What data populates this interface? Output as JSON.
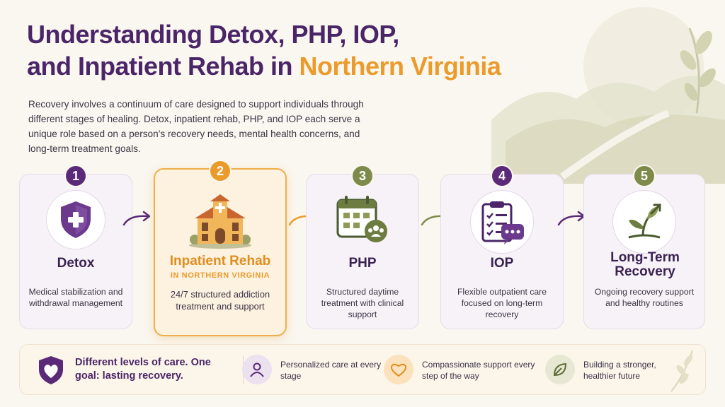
{
  "header": {
    "title_line1": "Understanding Detox, PHP, IOP,",
    "title_line2_prefix": "and Inpatient Rehab in ",
    "title_line2_accent": "Northern Virginia",
    "intro": "Recovery involves a continuum of care designed to support individuals through different stages of healing. Detox, inpatient rehab, PHP, and IOP each serve a unique role based on a person’s recovery needs, mental health concerns, and long-term treatment goals."
  },
  "steps": [
    {
      "number": "1",
      "title": "Detox",
      "subtitle": "",
      "description": "Medical stabilization and withdrawal management",
      "icon": "shield-plus-icon",
      "color": "#5a2a78"
    },
    {
      "number": "2",
      "title": "Inpatient Rehab",
      "subtitle": "IN NORTHERN VIRGINIA",
      "description": "24/7 structured addiction treatment and support",
      "icon": "building-icon",
      "color": "#eb9b2c"
    },
    {
      "number": "3",
      "title": "PHP",
      "subtitle": "",
      "description": "Structured daytime treatment with clinical support",
      "icon": "calendar-group-icon",
      "color": "#7d8a4a"
    },
    {
      "number": "4",
      "title": "IOP",
      "subtitle": "",
      "description": "Flexible outpatient care focused on long-term recovery",
      "icon": "clipboard-chat-icon",
      "color": "#5a2a78"
    },
    {
      "number": "5",
      "title": "Long-Term Recovery",
      "subtitle": "",
      "description": "Ongoing recovery support and healthy routines",
      "icon": "sprout-icon",
      "color": "#7d8a4a"
    }
  ],
  "footer": {
    "goal": "Different levels of care. One goal: lasting recovery.",
    "features": [
      {
        "text": "Personalized care at every stage",
        "icon": "person-icon"
      },
      {
        "text": "Compassionate support every step of the way",
        "icon": "heart-icon"
      },
      {
        "text": "Building a stronger, healthier future",
        "icon": "leaf-icon"
      }
    ]
  },
  "colors": {
    "purple": "#4a2568",
    "orange": "#eb9b2c",
    "olive": "#7d8a4a",
    "background": "#faf7f0"
  }
}
